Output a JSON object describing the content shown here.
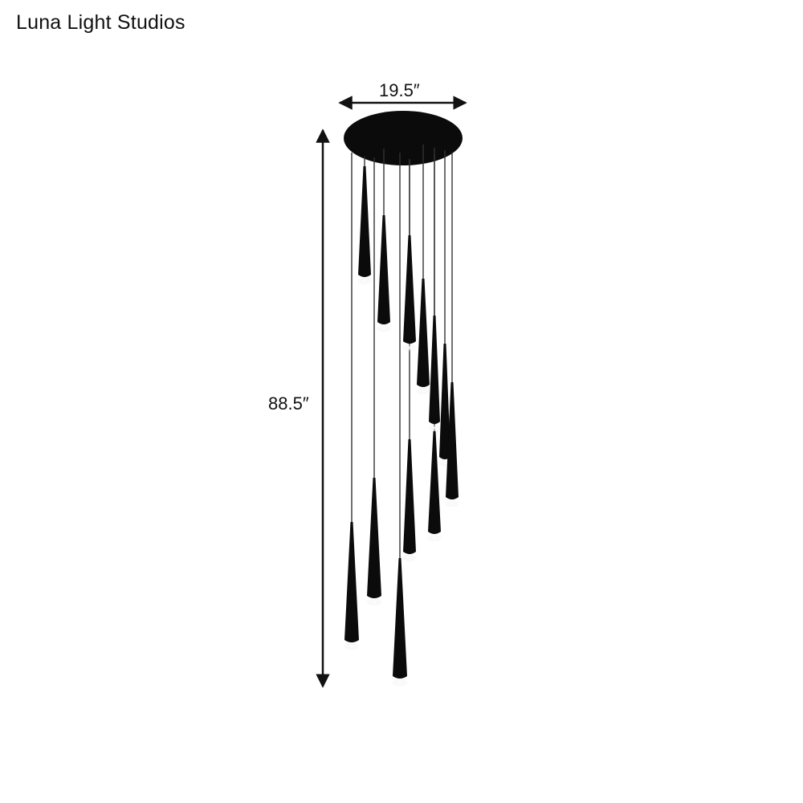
{
  "brand": {
    "name": "Luna Light Studios"
  },
  "dimensions": {
    "width": "19.5″",
    "height": "88.5″"
  },
  "colors": {
    "fixture": "#0b0b0b",
    "background": "#ffffff",
    "text": "#111111"
  }
}
